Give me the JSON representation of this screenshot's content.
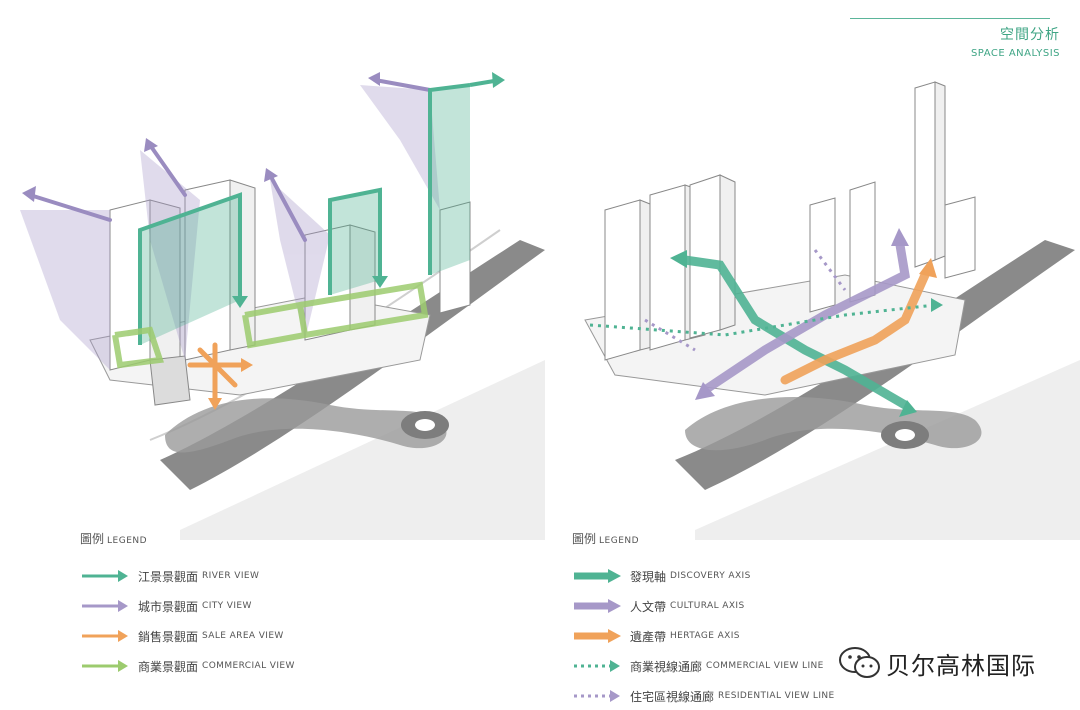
{
  "header": {
    "title_cn": "空間分析",
    "title_en": "SPACE ANALYSIS"
  },
  "colors": {
    "river": "#4fb393",
    "city": "#a698c8",
    "sale": "#f0a25a",
    "commercial": "#9ccb6e",
    "discovery": "#4fb393",
    "cultural": "#a698c8",
    "heritage": "#f0a25a",
    "road": "#6b6b6b",
    "water": "#e9e9e9"
  },
  "legend_left": {
    "title_cn": "圖例",
    "title_en": "LEGEND",
    "items": [
      {
        "cn": "江景景觀面",
        "en": "RIVER VIEW",
        "style": "thin-arrow",
        "color": "#4fb393"
      },
      {
        "cn": "城市景觀面",
        "en": "CITY VIEW",
        "style": "thin-arrow",
        "color": "#a698c8"
      },
      {
        "cn": "銷售景觀面",
        "en": "SALE AREA VIEW",
        "style": "thin-arrow",
        "color": "#f0a25a"
      },
      {
        "cn": "商業景觀面",
        "en": "COMMERCIAL VIEW",
        "style": "thin-arrow",
        "color": "#9ccb6e"
      }
    ]
  },
  "legend_right": {
    "title_cn": "圖例",
    "title_en": "LEGEND",
    "items": [
      {
        "cn": "發現軸",
        "en": "DISCOVERY AXIS",
        "style": "thick-arrow",
        "color": "#4fb393"
      },
      {
        "cn": "人文帶",
        "en": "CULTURAL AXIS",
        "style": "thick-arrow",
        "color": "#a698c8"
      },
      {
        "cn": "遺產帶",
        "en": "HERTAGE AXIS",
        "style": "thick-arrow",
        "color": "#f0a25a"
      },
      {
        "cn": "商業視線通廊",
        "en": "COMMERCIAL VIEW LINE",
        "style": "dotted-arrow",
        "color": "#4fb393"
      },
      {
        "cn": "住宅區視線通廊",
        "en": "RESIDENTIAL VIEW LINE",
        "style": "dotted-arrow",
        "color": "#a698c8"
      }
    ]
  },
  "watermark": {
    "text": "贝尔高林国际",
    "icon": "wechat-icon"
  }
}
